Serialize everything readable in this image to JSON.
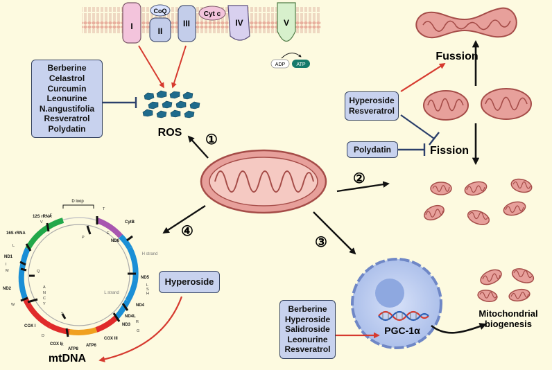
{
  "membrane": {
    "complexes": [
      "I",
      "II",
      "III",
      "IV",
      "V"
    ],
    "coq": "CoQ",
    "cytc": "Cyt c",
    "adp": "ADP",
    "atp": "ATP"
  },
  "ros_label": "ROS",
  "steps": [
    "①",
    "②",
    "③",
    "④"
  ],
  "ros_inhibitors": [
    "Berberine",
    "Celastrol",
    "Curcumin",
    "Leonurine",
    "N.angustifolia",
    "Resveratrol",
    "Polydatin"
  ],
  "fission_inhibitors": [
    "Hyperoside",
    "Resveratrol"
  ],
  "fission_inhibitor_single": "Polydatin",
  "fussion_label": "Fussion",
  "fission_label": "Fission",
  "mtdna_inhibitor": "Hyperoside",
  "pgc_activators": [
    "Berberine",
    "Hyperoside",
    "Salidroside",
    "Leonurine",
    "Resveratrol"
  ],
  "pgc_label": "PGC-1α",
  "biogenesis_label": [
    "Mitochondrial",
    "biogenesis"
  ],
  "mtdna_label": "mtDNA",
  "mtdna_map": {
    "d_loop": "D loop",
    "h_strand": "H strand",
    "l_strand": "L strand",
    "genes": [
      "12S rRNA",
      "16S rRNA",
      "ND1",
      "ND2",
      "COX I",
      "COX II",
      "ATP8",
      "ATP6",
      "COX III",
      "ND3",
      "ND4L",
      "ND4",
      "ND5",
      "ND6",
      "CytB"
    ],
    "trna": [
      "F",
      "V",
      "L",
      "I",
      "M",
      "Q",
      "W",
      "A",
      "N",
      "C",
      "Y",
      "S",
      "D",
      "K",
      "G",
      "R",
      "H",
      "S",
      "L",
      "E",
      "T",
      "P"
    ]
  },
  "colors": {
    "background": "#fdfae0",
    "box_fill": "#c8d2ee",
    "box_border": "#33415f",
    "inhibit_line": "#2b3f6b",
    "activate_arrow": "#d63a2f",
    "mito_fill": "#e7a09b",
    "mito_stroke": "#a54c48",
    "cell_fill": "#b9c9ee",
    "complex_pink": "#f3c4dc",
    "complex_blue": "#c3cdea",
    "complex_green": "#d7f0cc"
  }
}
